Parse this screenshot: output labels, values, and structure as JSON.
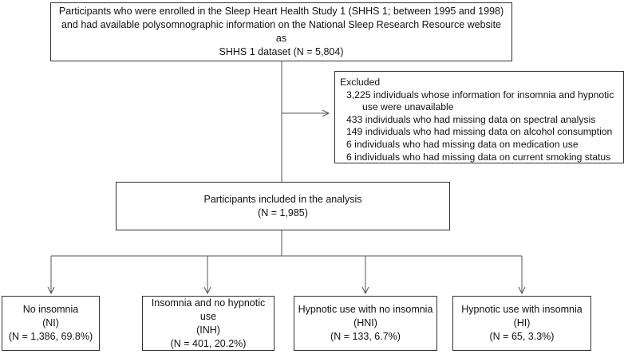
{
  "enrolled": {
    "lines": [
      "Participants who were enrolled in the Sleep Heart Health Study 1 (SHHS 1; between 1995 and 1998)",
      "and had available polysomnographic information on the National Sleep Research Resource website as",
      "SHHS 1 dataset (N = 5,804)"
    ]
  },
  "excluded": {
    "header": "Excluded",
    "items": [
      "3,225 individuals whose information for insomnia and hypnotic",
      "use were unavailable",
      "433 individuals who had missing data on spectral analysis",
      "149 individuals who had missing data on alcohol consumption",
      "6 individuals who had missing data on medication use",
      "6 individuals who had missing data on current smoking status"
    ]
  },
  "included": {
    "title": "Participants included in the analysis",
    "count": "(N = 1,985)"
  },
  "groups": [
    {
      "name": "No insomnia",
      "code": "(NI)",
      "count": "(N = 1,386, 69.8%)"
    },
    {
      "name": "Insomnia and no hypnotic use",
      "code": "(INH)",
      "count": "(N = 401, 20.2%)"
    },
    {
      "name": "Hypnotic use with no insomnia",
      "code": "(HNI)",
      "count": "(N = 133, 6.7%)"
    },
    {
      "name": "Hypnotic use with insomnia",
      "code": "(HI)",
      "count": "(N = 65, 3.3%)"
    }
  ]
}
